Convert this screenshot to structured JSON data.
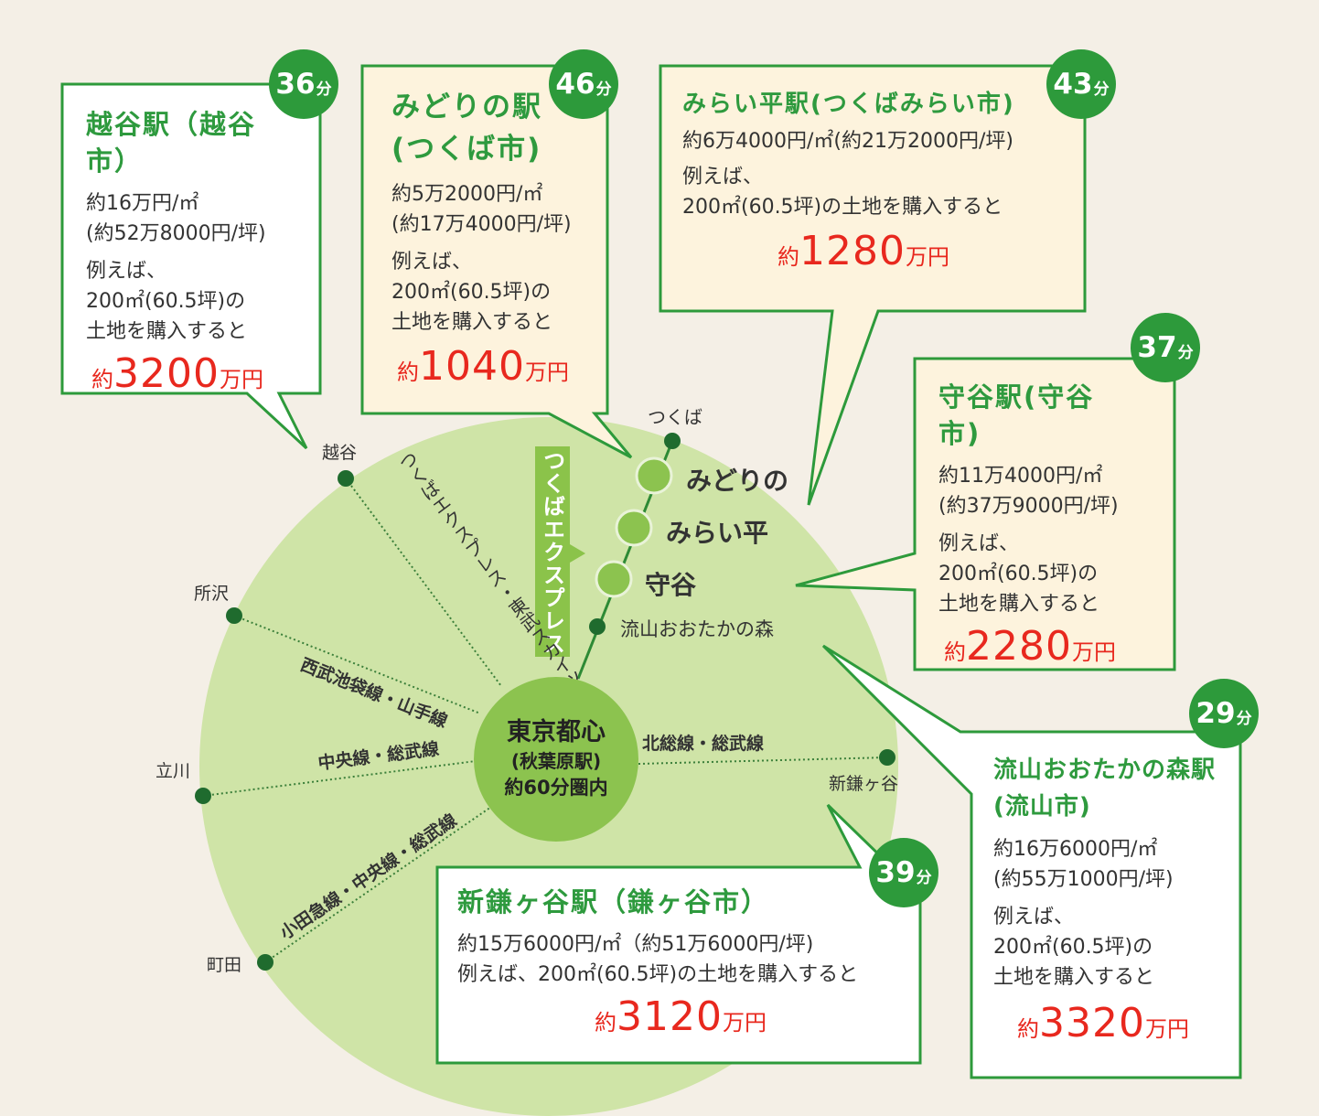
{
  "hub": {
    "line1": "東京都心",
    "line2": "(秋葉原駅)",
    "line3": "約60分圏内"
  },
  "lines": {
    "tsukuba_express": "つくばエクスプレス",
    "tx_tobu": "つくばエクスプレス・東武スカイツリーライン",
    "seibu": "西武池袋線・山手線",
    "chuo_sobu": "中央線・総武線",
    "odakyu": "小田急線・中央線・総武線",
    "hokuso": "北総線・総武線"
  },
  "stations": {
    "tsukuba": "つくば",
    "midorino": "みどりの",
    "miraidaira": "みらい平",
    "moriya": "守谷",
    "nagareyama": "流山おおたかの森",
    "koshigaya": "越谷",
    "tokorozawa": "所沢",
    "tachikawa": "立川",
    "machida": "町田",
    "shinkamagaya": "新鎌ヶ谷"
  },
  "callouts": {
    "koshigaya": {
      "title": [
        "越谷駅（越谷",
        "市）"
      ],
      "lines": [
        "約16万円/㎡",
        "(約52万8000円/坪)",
        "例えば、",
        "200㎡(60.5坪)の",
        "土地を購入すると"
      ],
      "price_prefix": "約",
      "price": "3200",
      "price_unit": "万円",
      "time": "36",
      "time_unit": "分"
    },
    "midorino": {
      "title": [
        "みどりの駅",
        "(つくば市)"
      ],
      "lines": [
        "約5万2000円/㎡",
        "(約17万4000円/坪)",
        "例えば、",
        "200㎡(60.5坪)の",
        "土地を購入すると"
      ],
      "price_prefix": "約",
      "price": "1040",
      "price_unit": "万円",
      "time": "46",
      "time_unit": "分"
    },
    "miraidaira": {
      "title": [
        "みらい平駅(つくばみらい市)"
      ],
      "lines": [
        "約6万4000円/㎡(約21万2000円/坪)",
        "例えば、",
        "200㎡(60.5坪)の土地を購入すると"
      ],
      "price_prefix": "約",
      "price": "1280",
      "price_unit": "万円",
      "time": "43",
      "time_unit": "分"
    },
    "moriya": {
      "title": [
        "守谷駅(守谷",
        "市)"
      ],
      "lines": [
        "約11万4000円/㎡",
        "(約37万9000円/坪)",
        "例えば、",
        "200㎡(60.5坪)の",
        "土地を購入すると"
      ],
      "price_prefix": "約",
      "price": "2280",
      "price_unit": "万円",
      "time": "37",
      "time_unit": "分"
    },
    "nagareyama": {
      "title": [
        "流山おおたかの森駅",
        "(流山市)"
      ],
      "lines": [
        "約16万6000円/㎡",
        "(約55万1000円/坪)",
        "例えば、",
        "200㎡(60.5坪)の",
        "土地を購入すると"
      ],
      "price_prefix": "約",
      "price": "3320",
      "price_unit": "万円",
      "time": "29",
      "time_unit": "分"
    },
    "shinkamagaya": {
      "title": [
        "新鎌ヶ谷駅（鎌ヶ谷市）"
      ],
      "lines": [
        "約15万6000円/㎡（約51万6000円/坪)",
        "例えば、200㎡(60.5坪)の土地を購入すると"
      ],
      "price_prefix": "約",
      "price": "3120",
      "price_unit": "万円",
      "time": "39",
      "time_unit": "分"
    }
  },
  "colors": {
    "accent": "#2d9a3b",
    "price": "#e8281e",
    "circle": "#cfe4a7",
    "hub": "#8cc34f",
    "box_cream": "#fdf3dd",
    "box_white": "#ffffff"
  }
}
